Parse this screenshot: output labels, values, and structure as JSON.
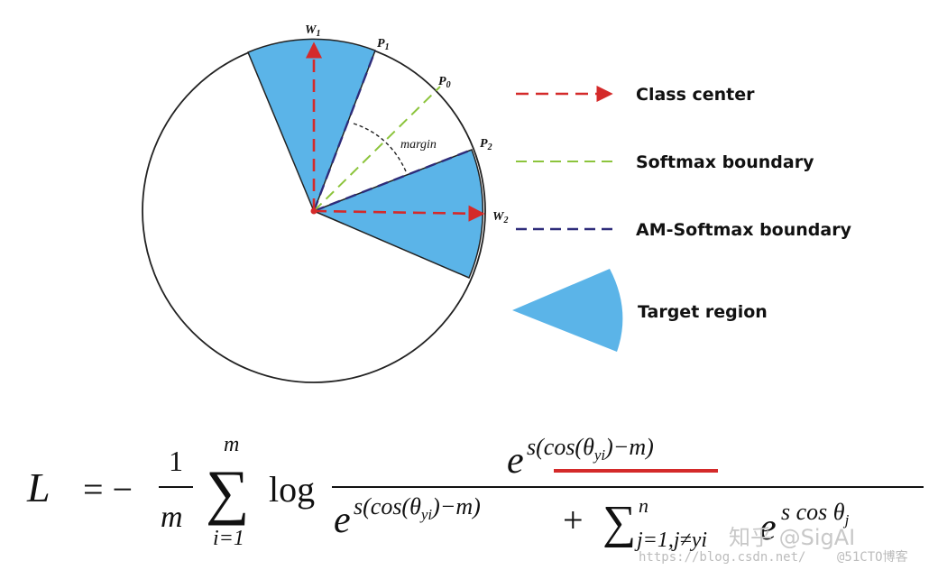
{
  "diagram": {
    "labels": {
      "w1": "W",
      "w1_sub": "1",
      "w2": "W",
      "w2_sub": "2",
      "p1": "P",
      "p1_sub": "1",
      "p2": "P",
      "p2_sub": "2",
      "p0": "P",
      "p0_sub": "0",
      "margin": "margin"
    },
    "legend": [
      {
        "label": "Class center",
        "style": "red-arrow"
      },
      {
        "label": "Softmax boundary",
        "style": "green-dash"
      },
      {
        "label": "AM-Softmax boundary",
        "style": "navy-dash"
      },
      {
        "label": "Target region",
        "style": "blue-sector"
      }
    ],
    "colors": {
      "target_fill": "#5bb4e8",
      "class_center": "#d42a2a",
      "softmax_boundary": "#8cc43c",
      "am_softmax_boundary": "#2e2c7a",
      "underline": "#d42a2a"
    }
  },
  "formula": {
    "L": "L",
    "equals": "= −",
    "frac_num": "1",
    "frac_den": "m",
    "sum_top": "m",
    "sum_bottom": "i=1",
    "log": "log",
    "num_e": "e",
    "num_exp": "s(cos(θ",
    "num_exp_sub": "yi",
    "num_exp_tail": ")−m)",
    "den_e": "e",
    "den_exp": "s(cos(θ",
    "den_exp_sub": "yi",
    "den_exp_tail": ")−m)",
    "plus": "+",
    "sum2_top": "n",
    "sum2_bottom": "j=1,j≠yi",
    "den2_e": "e",
    "den2_exp": "s cos θ",
    "den2_exp_sub": "j"
  },
  "watermarks": {
    "zhihu": "知乎 @SigAI",
    "url": "https://blog.csdn.net/",
    "blog": "@51CTO博客"
  }
}
